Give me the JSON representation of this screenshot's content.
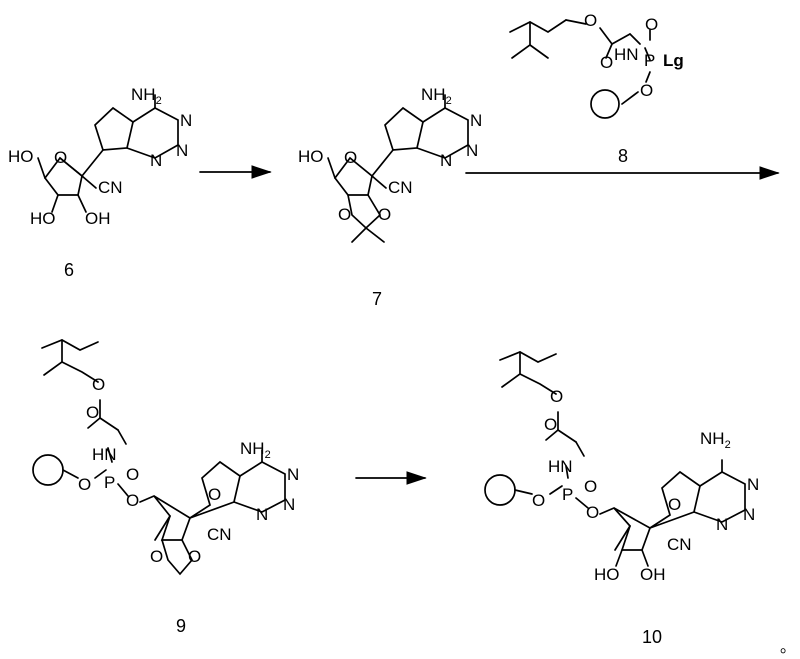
{
  "atoms": {
    "nh2_n": "NH",
    "nh2_sub": "2",
    "N": "N",
    "HO": "HO",
    "OH": "OH",
    "CN": "CN",
    "O": "O",
    "HN": "HN",
    "P": "P",
    "Lg": "Lg"
  },
  "labels": {
    "c6": "6",
    "c7": "7",
    "c8": "8",
    "c9": "9",
    "c10": "10"
  },
  "trailing_mark": "。"
}
